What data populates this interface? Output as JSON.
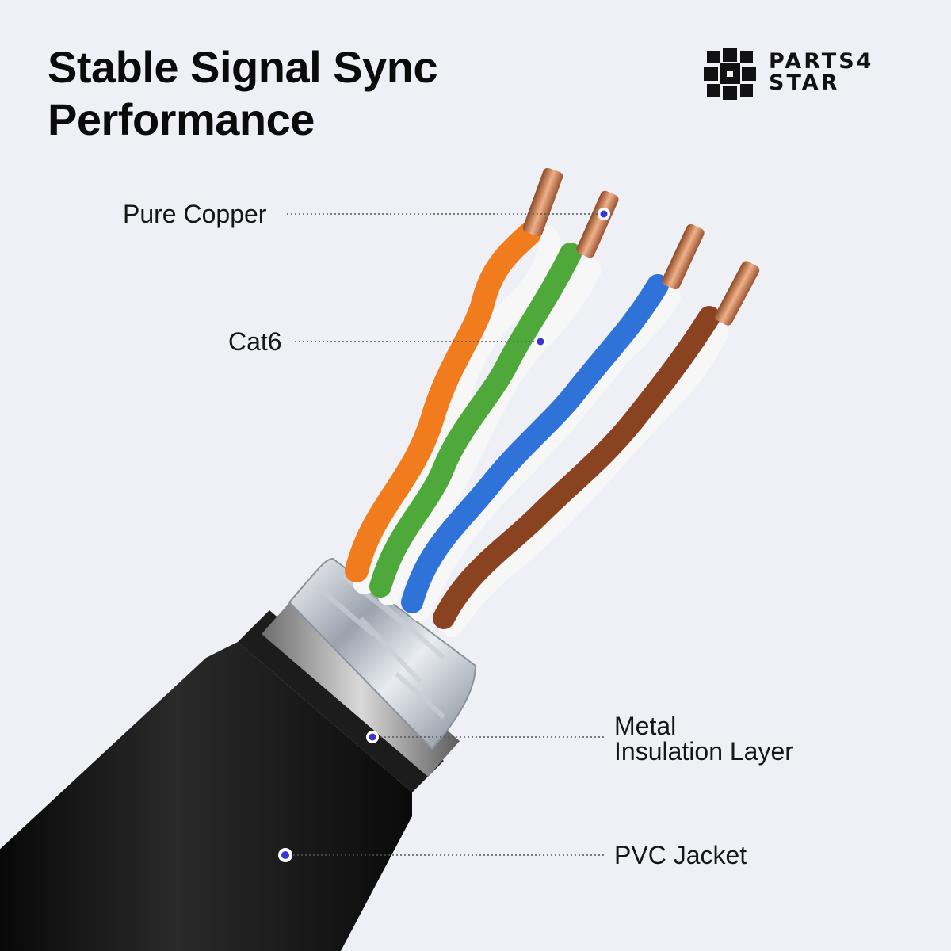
{
  "header": {
    "title_line1": "Stable Signal Sync",
    "title_line2": "Performance"
  },
  "brand": {
    "line1": "PARTS4",
    "line2": "STAR",
    "logo_icon": "cross-star-logo-icon"
  },
  "callouts": {
    "copper": "Pure Copper",
    "cat6": "Cat6",
    "metal_line1": "Metal",
    "metal_line2": "Insulation Layer",
    "jacket": "PVC Jacket"
  },
  "colors": {
    "background": "#eef0f5",
    "marker": "#3a36d6",
    "jacket": "#141414",
    "orange": "#f07c1e",
    "green": "#4fa83a",
    "blue": "#2f73d8",
    "brown": "#8a4320",
    "copper": "#c9774a"
  }
}
